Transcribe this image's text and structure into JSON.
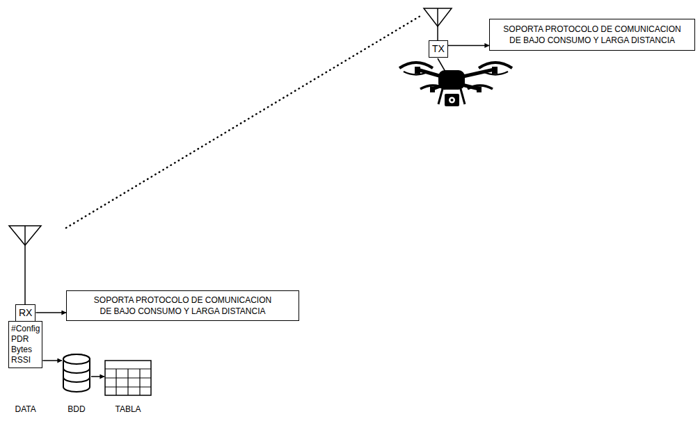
{
  "diagram": {
    "nodes": [
      {
        "text": [
          "TX"
        ]
      },
      {
        "text": [
          "SOPORTA PROTOCOLO DE COMUNICACION DE BAJO CONSUMO Y LARGA DISTANCIA"
        ]
      },
      {
        "text": [
          "RX"
        ]
      },
      {
        "text": [
          "SOPORTA PROTOCOLO DE COMUNICACION DE BAJO CONSUMO Y LARGA DISTANCIA"
        ]
      },
      {
        "text": [
          "#Config",
          "PDR",
          "Bytes",
          "RSSI",
          "DATA"
        ]
      },
      {
        "text": [
          "BDD"
        ]
      },
      {
        "text": [
          "TABLA"
        ]
      }
    ],
    "edges": [
      {
        "from": 0,
        "to": 1,
        "arrow": "to"
      },
      {
        "from": 2,
        "to": 3,
        "arrow": "to"
      },
      {
        "from": 4,
        "to": 5,
        "arrow": "to"
      },
      {
        "from": 5,
        "to": 6,
        "arrow": "to"
      }
    ]
  }
}
